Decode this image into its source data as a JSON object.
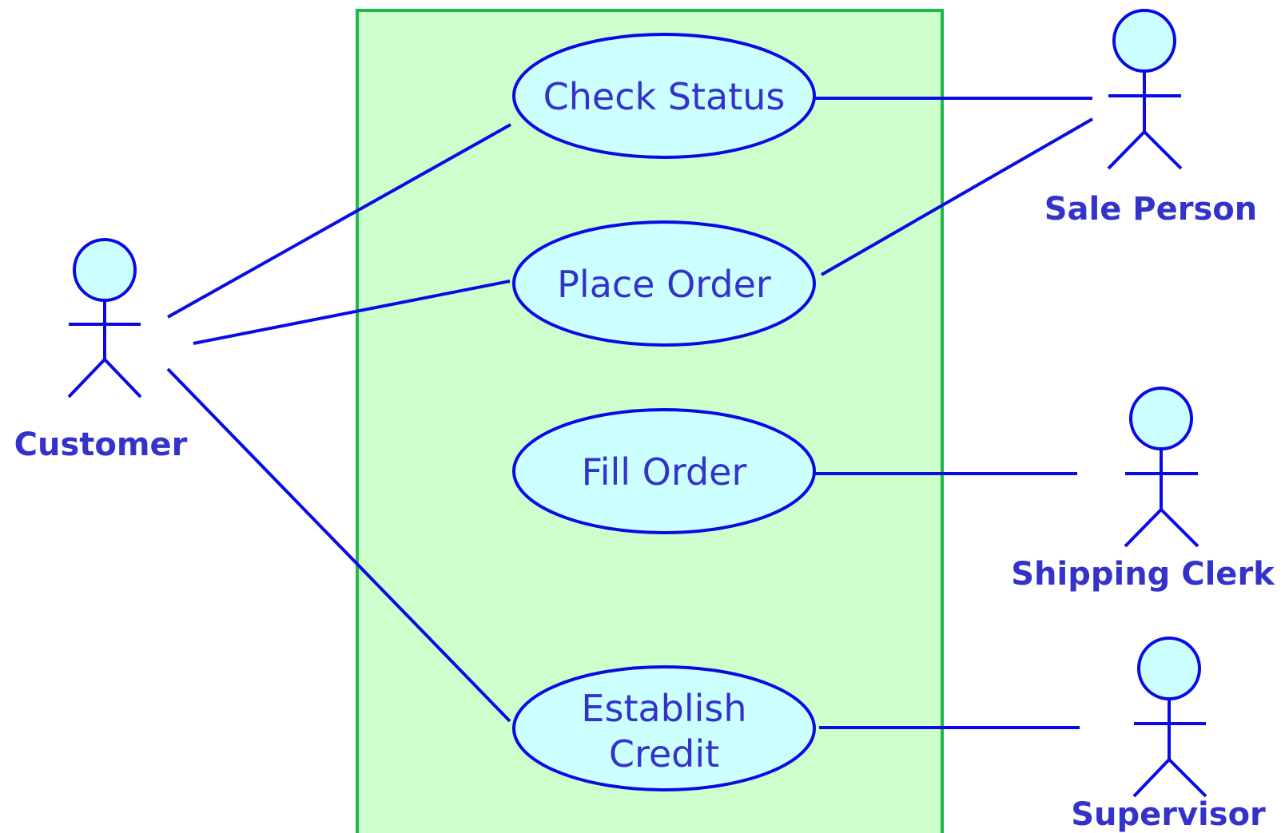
{
  "colors": {
    "system_fill": "#ccffcc",
    "system_border": "#1fb84a",
    "use_case_fill": "#ccffff",
    "line": "#0a0ae6",
    "text": "#3333cc"
  },
  "use_cases": {
    "check_status": "Check Status",
    "place_order": "Place Order",
    "fill_order": "Fill Order",
    "establish_credit_line1": "Establish",
    "establish_credit_line2": "Credit"
  },
  "actors": {
    "customer": "Customer",
    "sale_person": "Sale Person",
    "shipping_clerk": "Shipping Clerk",
    "supervisor": "Supervisor"
  },
  "associations": [
    {
      "actor": "Customer",
      "use_case": "Check Status"
    },
    {
      "actor": "Customer",
      "use_case": "Place Order"
    },
    {
      "actor": "Customer",
      "use_case": "Establish Credit"
    },
    {
      "actor": "Sale Person",
      "use_case": "Check Status"
    },
    {
      "actor": "Sale Person",
      "use_case": "Place Order"
    },
    {
      "actor": "Shipping Clerk",
      "use_case": "Fill Order"
    },
    {
      "actor": "Supervisor",
      "use_case": "Establish Credit"
    }
  ]
}
